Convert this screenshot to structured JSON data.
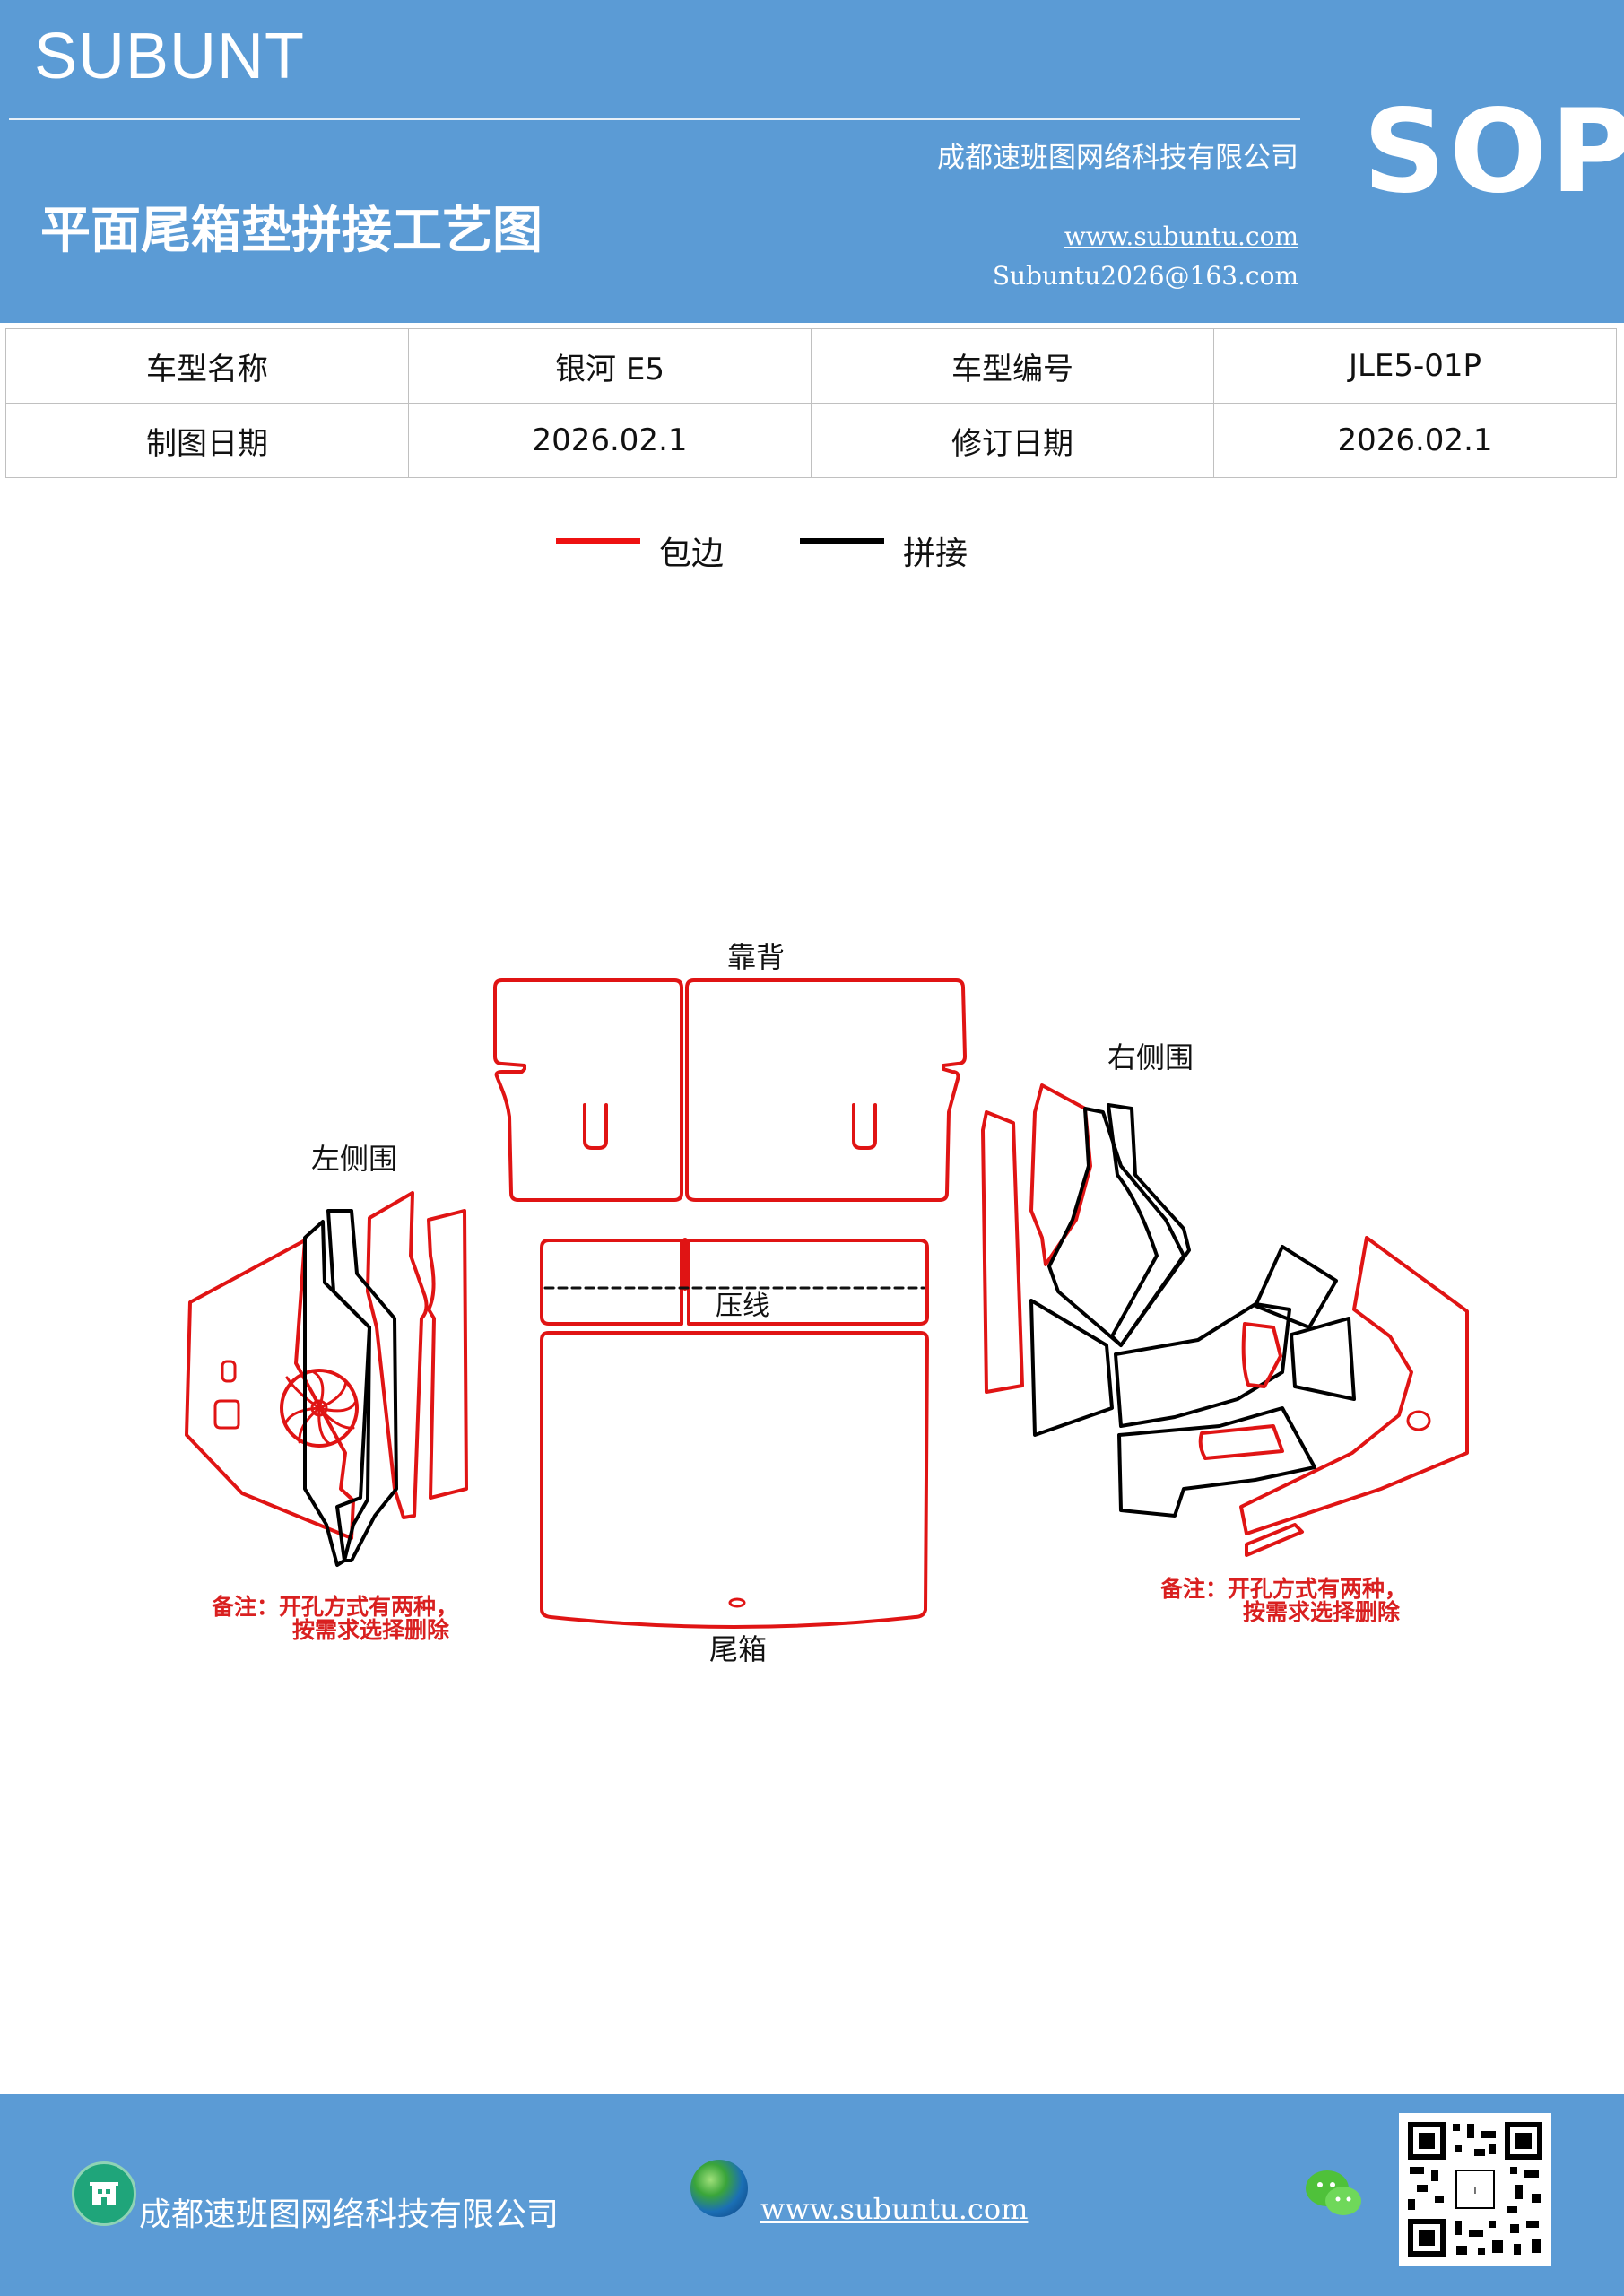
{
  "header": {
    "brand": "SUBUNT",
    "badge": "SOP",
    "company": "成都速班图网络科技有限公司",
    "title": "平面尾箱垫拼接工艺图",
    "website": "www.subuntu.com",
    "email": "Subuntu2026@163.com"
  },
  "info_table": {
    "rows": [
      [
        "车型名称",
        "银河 E5",
        "车型编号",
        "JLE5-01P"
      ],
      [
        "制图日期",
        "2026.02.1",
        "修订日期",
        "2026.02.1"
      ]
    ]
  },
  "legend": {
    "items": [
      {
        "label": "包边",
        "color": "#ee1111"
      },
      {
        "label": "拼接",
        "color": "#000000"
      }
    ]
  },
  "diagram": {
    "labels": {
      "backrest": "靠背",
      "right_side": "右侧围",
      "left_side": "左侧围",
      "press_line": "压线",
      "trunk": "尾箱"
    },
    "note_left": [
      "备注：开孔方式有两种，",
      "按需求选择删除"
    ],
    "note_right": [
      "备注：开孔方式有两种，",
      "按需求选择删除"
    ],
    "colors": {
      "edge": "#e01414",
      "seam": "#000000",
      "note": "#d92020"
    }
  },
  "footer": {
    "company": "成都速班图网络科技有限公司",
    "website": "www.subuntu.com",
    "icons": [
      "building-icon",
      "globe-icon",
      "wechat-icon",
      "qr-code"
    ]
  }
}
